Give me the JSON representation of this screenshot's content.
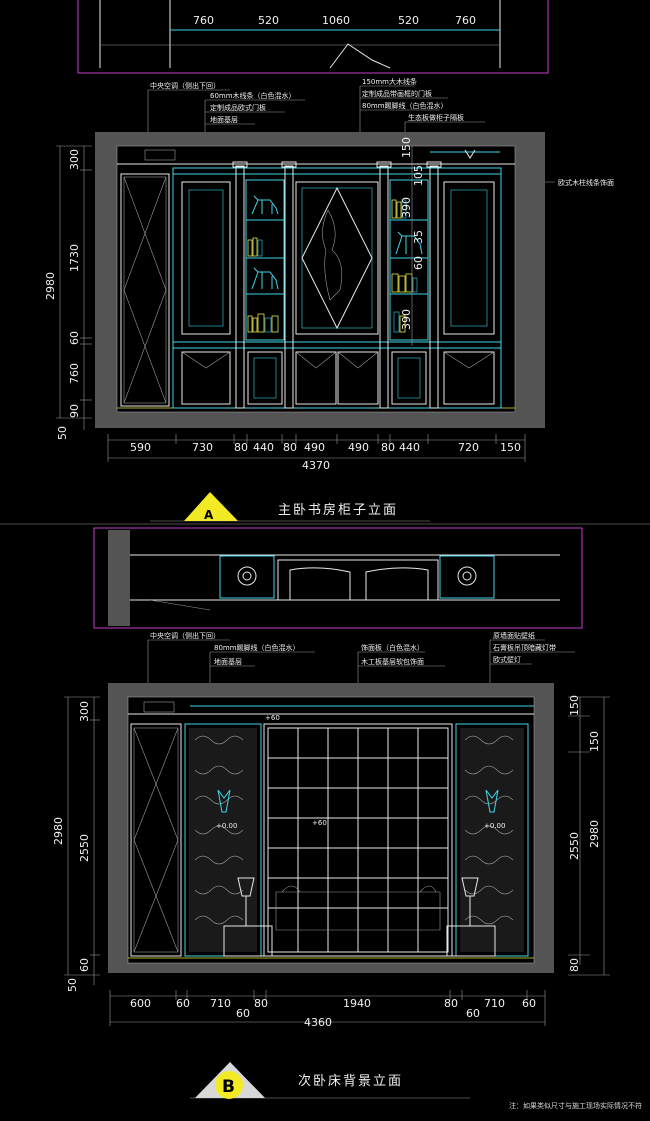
{
  "drawing_a": {
    "top_dims": [
      "760",
      "520",
      "1060",
      "520",
      "760"
    ],
    "annotations_left": [
      "中央空调（侧出下回）",
      "60mm木线条（白色混水）",
      "定制成品欧式门板",
      "地面基层"
    ],
    "annotations_right": [
      "150mm大木线条",
      "定制成品带画框的门板",
      "80mm踢脚线（白色混水）",
      "生态板做柜子隔板"
    ],
    "annotation_side": "欧式木柱线条饰面",
    "left_dims": [
      "300",
      "1730",
      "60",
      "760",
      "90",
      "50"
    ],
    "left_total": "2980",
    "right_dims": [
      "150",
      "105",
      "390",
      "35",
      "390",
      "60"
    ],
    "bottom_dims": [
      "590",
      "730",
      "80",
      "440",
      "80",
      "490",
      "490",
      "80",
      "440",
      "720",
      "150"
    ],
    "bottom_total": "4370",
    "label": "A",
    "title": "主卧书房柜子立面"
  },
  "drawing_b": {
    "annotations_left": [
      "中央空调（侧出下回）",
      "80mm踢脚线（白色混水）",
      "地面基层"
    ],
    "annotations_mid": [
      "饰面板（白色混水）",
      "木工板基层软包饰面"
    ],
    "annotations_right": [
      "原墙面贴壁纸",
      "石膏板吊顶暗藏灯带",
      "欧式壁灯"
    ],
    "level_marks": [
      "+60",
      "+60",
      "+0.00",
      "+0.00"
    ],
    "left_dims": [
      "300",
      "2550",
      "60",
      "50"
    ],
    "left_total": "2980",
    "right_dims": [
      "150",
      "150",
      "2550",
      "80"
    ],
    "right_total": "2980",
    "bottom_dims": [
      "600",
      "60",
      "710",
      "80",
      "1940",
      "80",
      "710",
      "60"
    ],
    "bottom_dims_2": [
      "60",
      "60"
    ],
    "bottom_total": "4360",
    "label": "B",
    "title": "次卧床背景立面"
  },
  "footnote": "注：如果类似尺寸与施工现场实际情况不符"
}
